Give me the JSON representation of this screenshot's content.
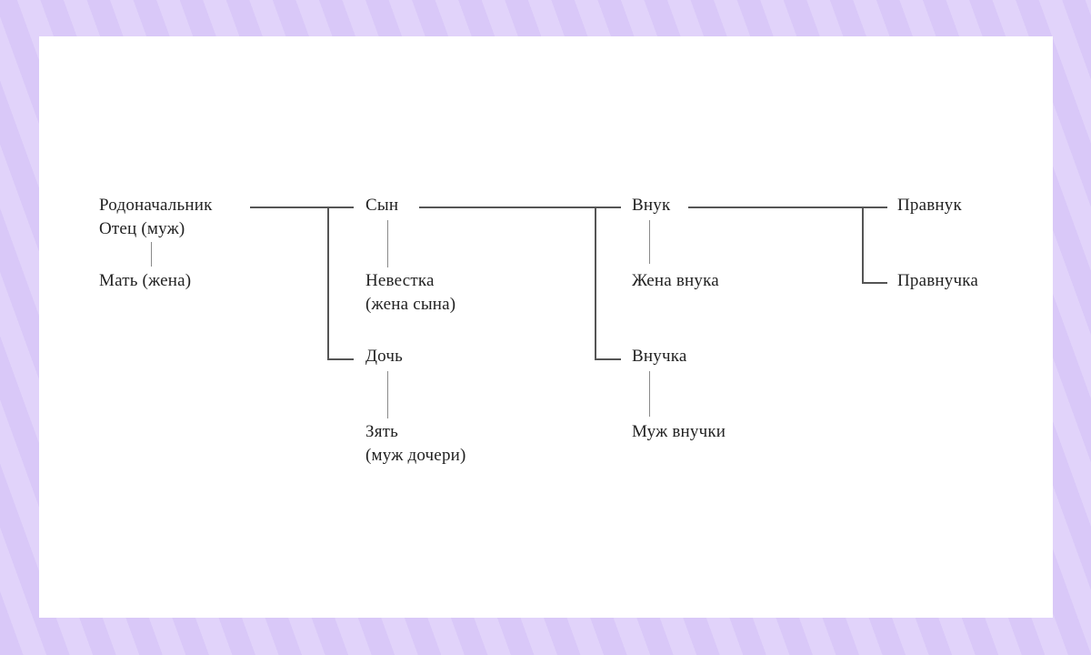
{
  "diagram": {
    "type": "family-tree",
    "colors": {
      "background_stripe_dark": "#d9c8f8",
      "background_stripe_light": "#e1d3fa",
      "panel": "#ffffff",
      "text": "#222222",
      "lines": "#555555"
    },
    "nodes": {
      "founder_line1": "Родоначальник",
      "founder_line2": "Отец (муж)",
      "mother": "Мать (жена)",
      "son": "Сын",
      "daughter_in_law_line1": "Невестка",
      "daughter_in_law_line2": "(жена сына)",
      "daughter": "Дочь",
      "son_in_law_line1": "Зять",
      "son_in_law_line2": "(муж дочери)",
      "grandson": "Внук",
      "grandson_wife": "Жена внука",
      "granddaughter": "Внучка",
      "granddaughter_husband": "Муж внучки",
      "great_grandson": "Правнук",
      "great_granddaughter": "Правнучка"
    },
    "edges": [
      {
        "from": "Родоначальник Отец (муж)",
        "to": "Мать (жена)",
        "kind": "spouse"
      },
      {
        "from": "Родоначальник Отец (муж)",
        "to": "Сын",
        "kind": "child"
      },
      {
        "from": "Родоначальник Отец (муж)",
        "to": "Дочь",
        "kind": "child"
      },
      {
        "from": "Сын",
        "to": "Невестка (жена сына)",
        "kind": "spouse"
      },
      {
        "from": "Дочь",
        "to": "Зять (муж дочери)",
        "kind": "spouse"
      },
      {
        "from": "Сын",
        "to": "Внук",
        "kind": "child"
      },
      {
        "from": "Сын",
        "to": "Внучка",
        "kind": "child"
      },
      {
        "from": "Внук",
        "to": "Жена внука",
        "kind": "spouse"
      },
      {
        "from": "Внучка",
        "to": "Муж внучки",
        "kind": "spouse"
      },
      {
        "from": "Внук",
        "to": "Правнук",
        "kind": "child"
      },
      {
        "from": "Внук",
        "to": "Правнучка",
        "kind": "child"
      }
    ]
  }
}
